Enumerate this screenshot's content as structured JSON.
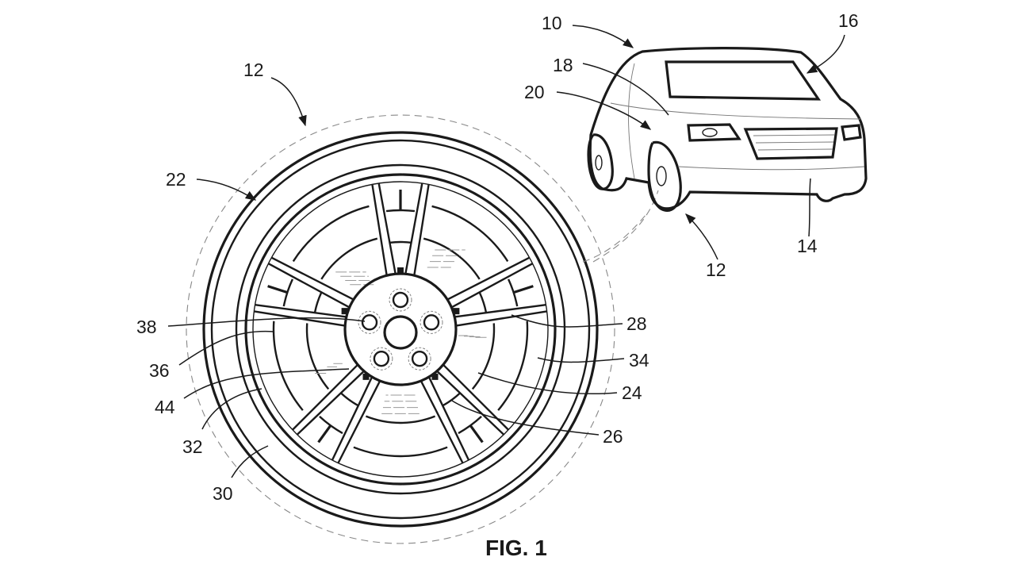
{
  "figure": {
    "caption": "FIG. 1",
    "labels": {
      "vehicle": "10",
      "wheel_assembly_top": "12",
      "wheel_assembly_car": "12",
      "front_fascia": "14",
      "body": "16",
      "hood": "18",
      "wheel_well": "20",
      "tire": "22",
      "rim_inner": "24",
      "spoke_pocket": "26",
      "spoke": "28",
      "tire_sidewall": "30",
      "rim_flange": "32",
      "rim_barrel": "34",
      "window": "36",
      "lug": "38",
      "insert": "44"
    }
  }
}
